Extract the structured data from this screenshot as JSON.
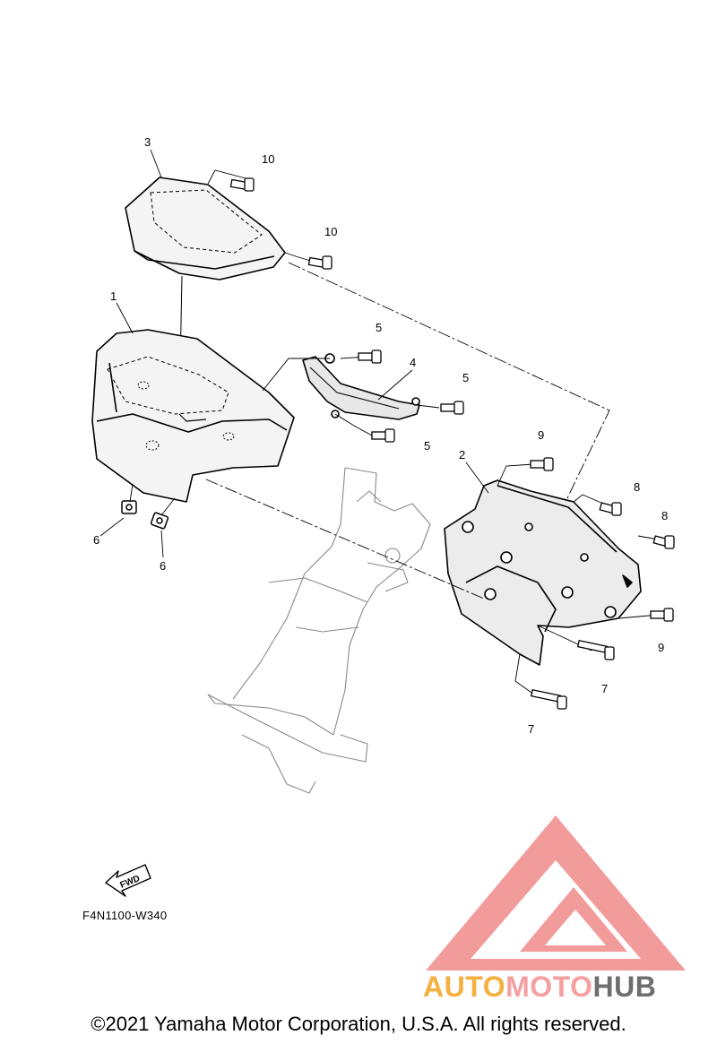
{
  "diagram": {
    "callouts": {
      "c1": "1",
      "c2": "2",
      "c3": "3",
      "c4": "4",
      "c5a": "5",
      "c5b": "5",
      "c5c": "5",
      "c6a": "6",
      "c6b": "6",
      "c7a": "7",
      "c7b": "7",
      "c8a": "8",
      "c8b": "8",
      "c9a": "9",
      "c9b": "9",
      "c10a": "10",
      "c10b": "10"
    },
    "fwd_label": "FWD",
    "reference_code": "F4N1100-W340"
  },
  "watermark": {
    "part1": "AUTO",
    "part2": "MOTO",
    "part3": "HUB",
    "colors": {
      "orange": "#f5a623",
      "red": "#f08080",
      "gray": "#6e6e6e",
      "triangle": "#f07a7a"
    }
  },
  "footer": {
    "copyright": "©2021 Yamaha Motor Corporation, U.S.A. All rights reserved."
  }
}
